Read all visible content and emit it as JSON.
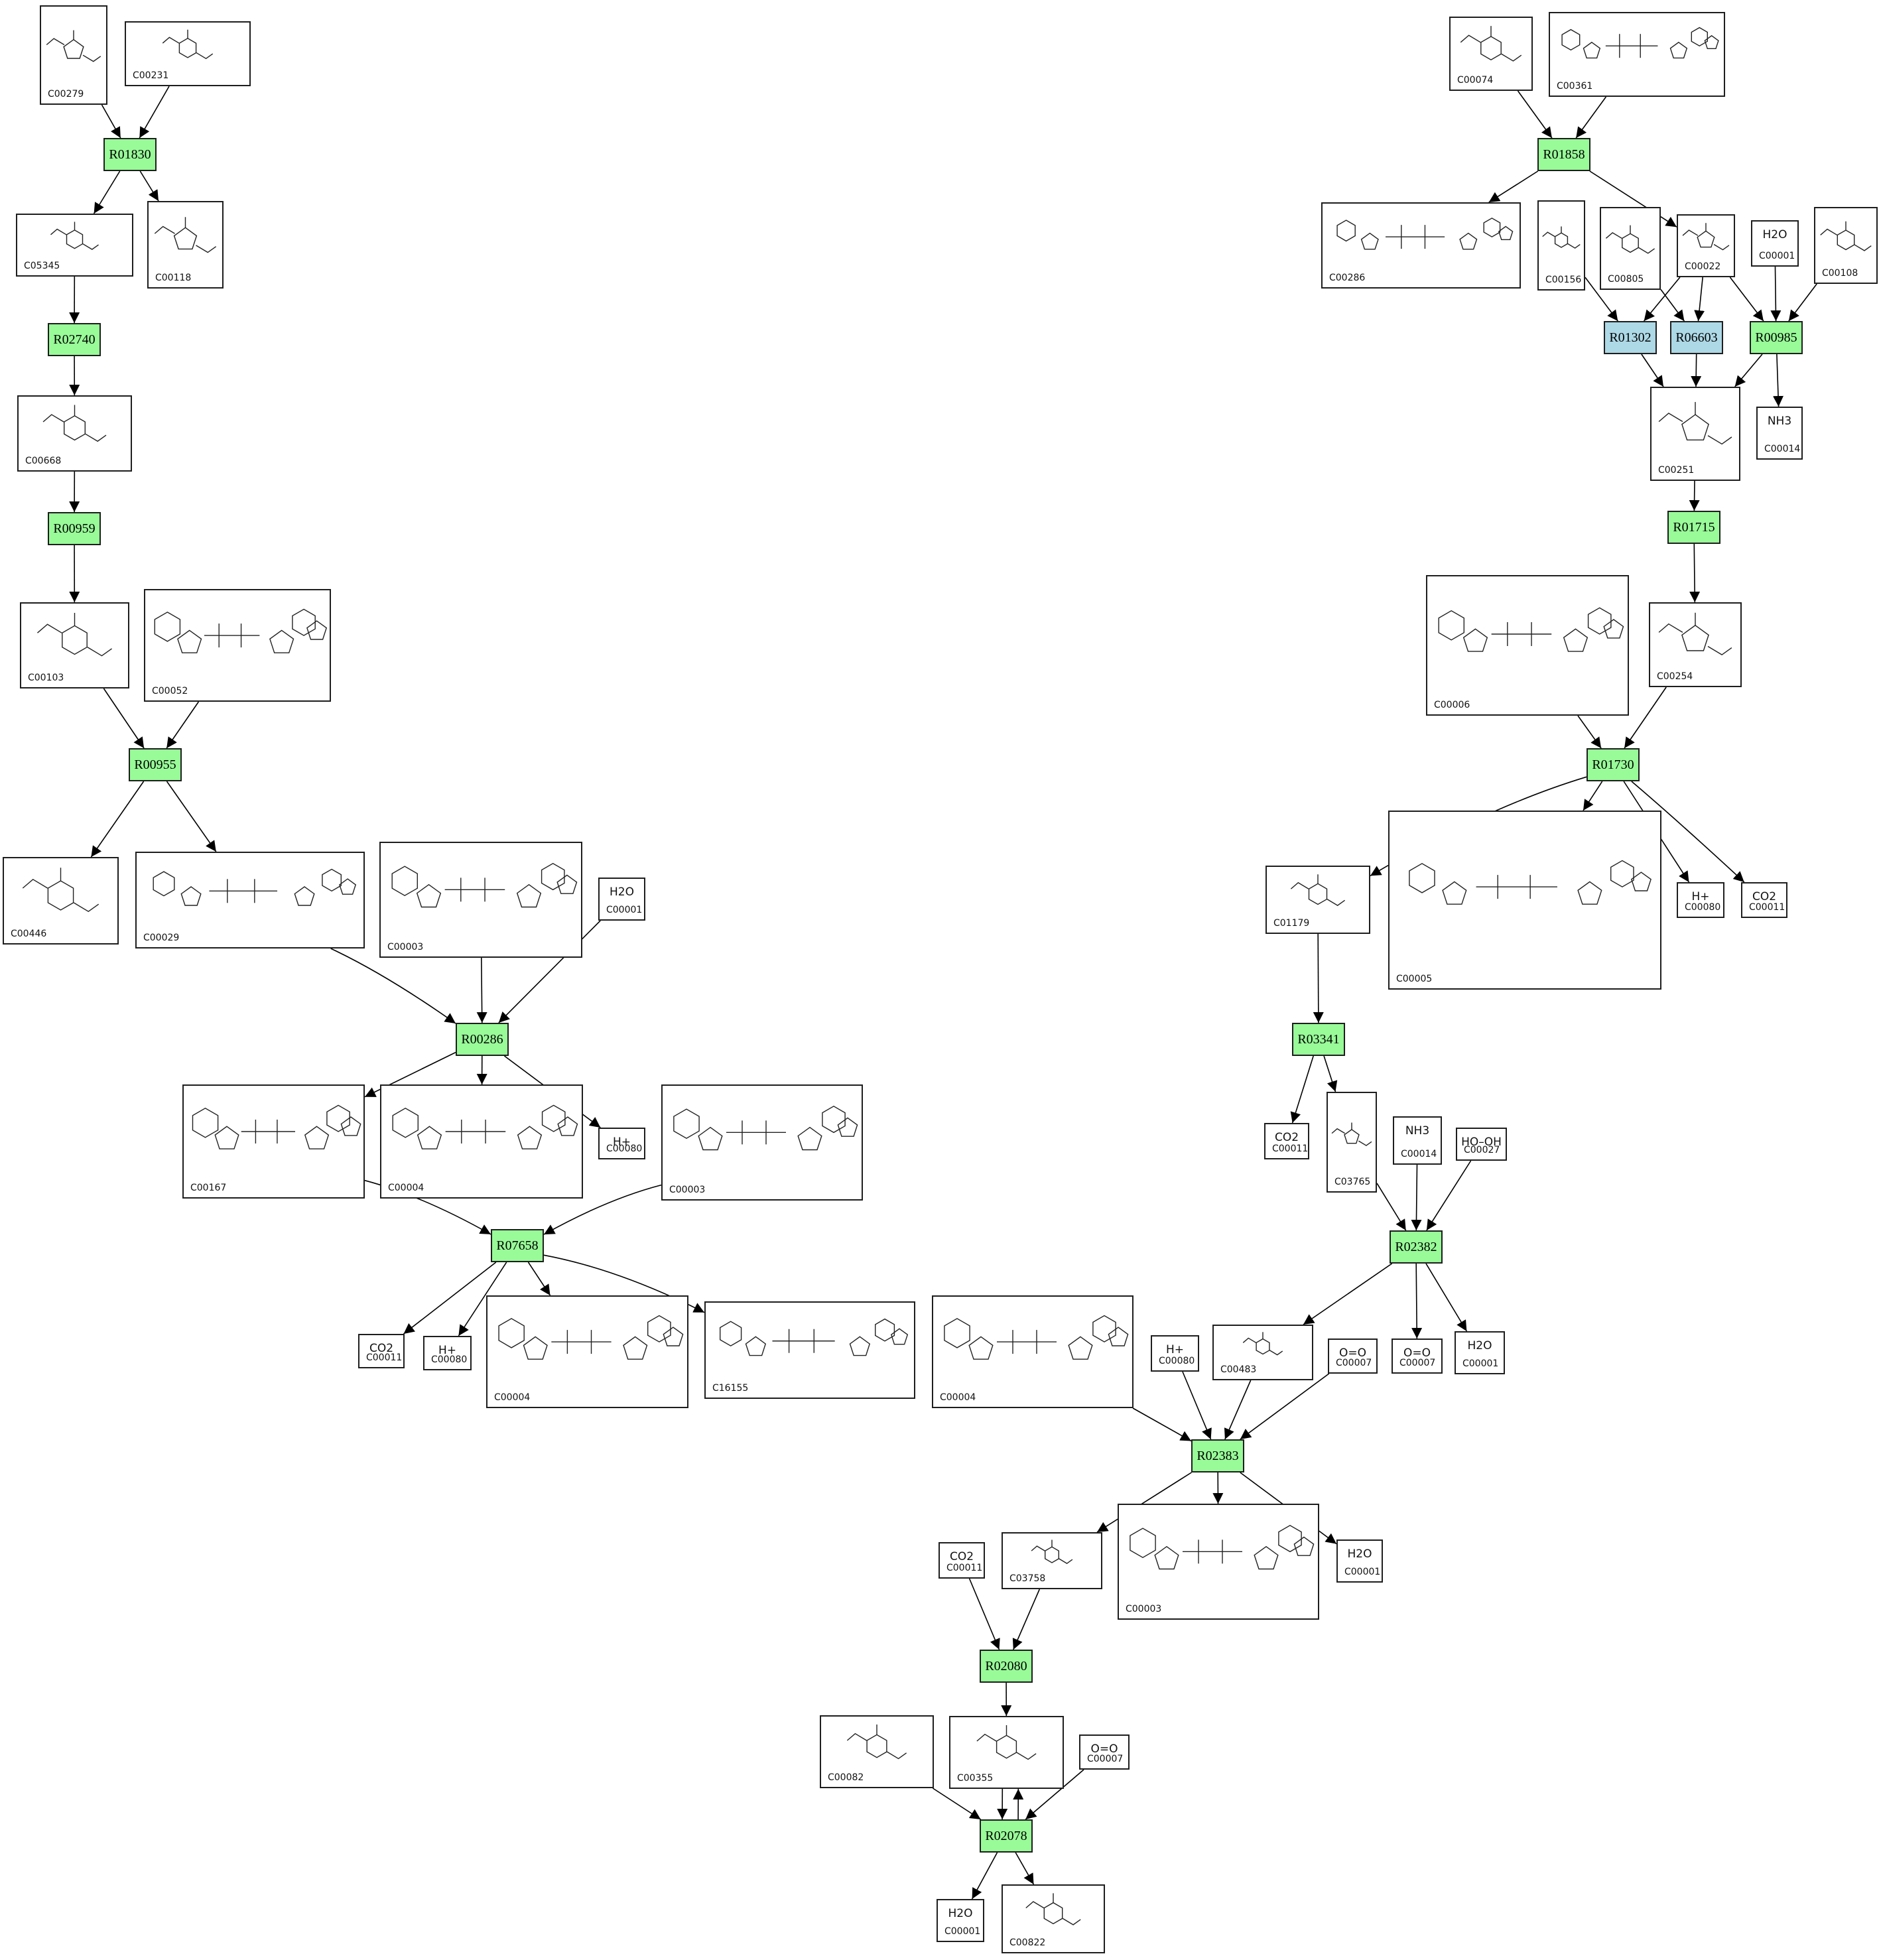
{
  "colors": {
    "reaction_primary": "#98fb98",
    "reaction_alternate": "#add8e6",
    "edge": "#000000",
    "box_border": "#1e1e1e"
  },
  "compounds": [
    {
      "key": "c1",
      "id": "C00279",
      "kind": "small"
    },
    {
      "key": "c2",
      "id": "C00231",
      "kind": "small"
    },
    {
      "key": "c3",
      "id": "C05345",
      "kind": "small"
    },
    {
      "key": "c4",
      "id": "C00118",
      "kind": "small"
    },
    {
      "key": "c5",
      "id": "C00668",
      "kind": "small"
    },
    {
      "key": "c6",
      "id": "C00103",
      "kind": "small"
    },
    {
      "key": "c7",
      "id": "C00052",
      "kind": "nucleotide"
    },
    {
      "key": "c8",
      "id": "C00446",
      "kind": "small"
    },
    {
      "key": "c9",
      "id": "C00029",
      "kind": "nucleotide"
    },
    {
      "key": "c10",
      "id": "C00003",
      "kind": "nucleotide"
    },
    {
      "key": "c11",
      "id": "C00001",
      "kind": "formula",
      "formula": "H2O"
    },
    {
      "key": "c12",
      "id": "C00167",
      "kind": "nucleotide"
    },
    {
      "key": "c13",
      "id": "C00004",
      "kind": "nucleotide"
    },
    {
      "key": "c14",
      "id": "C00003",
      "kind": "nucleotide"
    },
    {
      "key": "c15",
      "id": "C00080",
      "kind": "formula",
      "formula": "H+"
    },
    {
      "key": "c16",
      "id": "C00011",
      "kind": "formula",
      "formula": "CO2"
    },
    {
      "key": "c17",
      "id": "C00080",
      "kind": "formula",
      "formula": "H+"
    },
    {
      "key": "c18",
      "id": "C00004",
      "kind": "nucleotide"
    },
    {
      "key": "c19",
      "id": "C16155",
      "kind": "nucleotide"
    },
    {
      "key": "c20",
      "id": "C00074",
      "kind": "small"
    },
    {
      "key": "c21",
      "id": "C00361",
      "kind": "nucleotide"
    },
    {
      "key": "c22",
      "id": "C00286",
      "kind": "nucleotide"
    },
    {
      "key": "c23",
      "id": "C00156",
      "kind": "small"
    },
    {
      "key": "c24",
      "id": "C00805",
      "kind": "small"
    },
    {
      "key": "c25",
      "id": "C00022",
      "kind": "small"
    },
    {
      "key": "c26",
      "id": "C00001",
      "kind": "formula",
      "formula": "H2O"
    },
    {
      "key": "c27",
      "id": "C00108",
      "kind": "small"
    },
    {
      "key": "c28",
      "id": "C00251",
      "kind": "small"
    },
    {
      "key": "c29",
      "id": "C00014",
      "kind": "formula",
      "formula": "NH3"
    },
    {
      "key": "c30",
      "id": "C00006",
      "kind": "nucleotide"
    },
    {
      "key": "c31",
      "id": "C00254",
      "kind": "small"
    },
    {
      "key": "c32",
      "id": "C01179",
      "kind": "small"
    },
    {
      "key": "c33",
      "id": "C00005",
      "kind": "nucleotide"
    },
    {
      "key": "c34",
      "id": "C00080",
      "kind": "formula",
      "formula": "H+"
    },
    {
      "key": "c35",
      "id": "C00011",
      "kind": "formula",
      "formula": "CO2"
    },
    {
      "key": "c36",
      "id": "C00011",
      "kind": "formula",
      "formula": "CO2"
    },
    {
      "key": "c37",
      "id": "C03765",
      "kind": "small"
    },
    {
      "key": "c38",
      "id": "C00014",
      "kind": "formula",
      "formula": "NH3"
    },
    {
      "key": "c39",
      "id": "C00027",
      "kind": "formula",
      "formula": "HO–OH"
    },
    {
      "key": "c40",
      "id": "C00004",
      "kind": "nucleotide"
    },
    {
      "key": "c41",
      "id": "C00080",
      "kind": "formula",
      "formula": "H+"
    },
    {
      "key": "c42",
      "id": "C00483",
      "kind": "small"
    },
    {
      "key": "c43",
      "id": "C00007",
      "kind": "formula",
      "formula": "O=O"
    },
    {
      "key": "c44",
      "id": "C00007",
      "kind": "formula",
      "formula": "O=O"
    },
    {
      "key": "c45",
      "id": "C00001",
      "kind": "formula",
      "formula": "H2O"
    },
    {
      "key": "c46",
      "id": "C00011",
      "kind": "formula",
      "formula": "CO2"
    },
    {
      "key": "c47",
      "id": "C03758",
      "kind": "small"
    },
    {
      "key": "c48",
      "id": "C00003",
      "kind": "nucleotide"
    },
    {
      "key": "c49",
      "id": "C00001",
      "kind": "formula",
      "formula": "H2O"
    },
    {
      "key": "c50",
      "id": "C00082",
      "kind": "small"
    },
    {
      "key": "c51",
      "id": "C00355",
      "kind": "small"
    },
    {
      "key": "c52",
      "id": "C00007",
      "kind": "formula",
      "formula": "O=O"
    },
    {
      "key": "c53",
      "id": "C00001",
      "kind": "formula",
      "formula": "H2O"
    },
    {
      "key": "c54",
      "id": "C00822",
      "kind": "small"
    }
  ],
  "reactions": [
    {
      "key": "r1",
      "id": "R01830",
      "type": "primary"
    },
    {
      "key": "r2",
      "id": "R02740",
      "type": "primary"
    },
    {
      "key": "r3",
      "id": "R00959",
      "type": "primary"
    },
    {
      "key": "r4",
      "id": "R00955",
      "type": "primary"
    },
    {
      "key": "r5",
      "id": "R00286",
      "type": "primary"
    },
    {
      "key": "r6",
      "id": "R07658",
      "type": "primary"
    },
    {
      "key": "r7",
      "id": "R01858",
      "type": "primary"
    },
    {
      "key": "r8",
      "id": "R01302",
      "type": "alternate"
    },
    {
      "key": "r9",
      "id": "R06603",
      "type": "alternate"
    },
    {
      "key": "r10",
      "id": "R00985",
      "type": "primary"
    },
    {
      "key": "r11",
      "id": "R01715",
      "type": "primary"
    },
    {
      "key": "r12",
      "id": "R01730",
      "type": "primary"
    },
    {
      "key": "r13",
      "id": "R03341",
      "type": "primary"
    },
    {
      "key": "r14",
      "id": "R02382",
      "type": "primary"
    },
    {
      "key": "r15",
      "id": "R02383",
      "type": "primary"
    },
    {
      "key": "r16",
      "id": "R02080",
      "type": "primary"
    },
    {
      "key": "r17",
      "id": "R02078",
      "type": "primary"
    }
  ],
  "edges": [
    [
      "c1",
      "r1"
    ],
    [
      "c2",
      "r1"
    ],
    [
      "r1",
      "c3"
    ],
    [
      "r1",
      "c4"
    ],
    [
      "c3",
      "r2"
    ],
    [
      "r2",
      "c5"
    ],
    [
      "c5",
      "r3"
    ],
    [
      "r3",
      "c6"
    ],
    [
      "c6",
      "r4"
    ],
    [
      "c7",
      "r4"
    ],
    [
      "r4",
      "c8"
    ],
    [
      "r4",
      "c9"
    ],
    [
      "c9",
      "r5"
    ],
    [
      "c10",
      "r5"
    ],
    [
      "c11",
      "r5"
    ],
    [
      "r5",
      "c12"
    ],
    [
      "r5",
      "c13"
    ],
    [
      "r5",
      "c15"
    ],
    [
      "c12",
      "r6"
    ],
    [
      "c14",
      "r6"
    ],
    [
      "r6",
      "c16"
    ],
    [
      "r6",
      "c17"
    ],
    [
      "r6",
      "c18"
    ],
    [
      "r6",
      "c19"
    ],
    [
      "c20",
      "r7"
    ],
    [
      "c21",
      "r7"
    ],
    [
      "r7",
      "c22"
    ],
    [
      "r7",
      "c25"
    ],
    [
      "c23",
      "r8"
    ],
    [
      "c25",
      "r8"
    ],
    [
      "c24",
      "r9"
    ],
    [
      "c25",
      "r9"
    ],
    [
      "c25",
      "r10"
    ],
    [
      "c26",
      "r10"
    ],
    [
      "c27",
      "r10"
    ],
    [
      "r8",
      "c28"
    ],
    [
      "r9",
      "c28"
    ],
    [
      "r10",
      "c28"
    ],
    [
      "r10",
      "c29"
    ],
    [
      "c28",
      "r11"
    ],
    [
      "r11",
      "c31"
    ],
    [
      "c30",
      "r12"
    ],
    [
      "c31",
      "r12"
    ],
    [
      "r12",
      "c32"
    ],
    [
      "r12",
      "c33"
    ],
    [
      "r12",
      "c34"
    ],
    [
      "r12",
      "c35"
    ],
    [
      "c32",
      "r13"
    ],
    [
      "r13",
      "c36"
    ],
    [
      "r13",
      "c37"
    ],
    [
      "c37",
      "r14"
    ],
    [
      "c38",
      "r14"
    ],
    [
      "c39",
      "r14"
    ],
    [
      "r14",
      "c42"
    ],
    [
      "r14",
      "c44"
    ],
    [
      "r14",
      "c45"
    ],
    [
      "c40",
      "r15"
    ],
    [
      "c41",
      "r15"
    ],
    [
      "c42",
      "r15"
    ],
    [
      "c43",
      "r15"
    ],
    [
      "r15",
      "c47"
    ],
    [
      "r15",
      "c48"
    ],
    [
      "r15",
      "c49"
    ],
    [
      "c46",
      "r16"
    ],
    [
      "c47",
      "r16"
    ],
    [
      "r16",
      "c51"
    ],
    [
      "c50",
      "r17"
    ],
    [
      "c51",
      "r17"
    ],
    [
      "c52",
      "r17"
    ],
    [
      "r17",
      "c51"
    ],
    [
      "r17",
      "c53"
    ],
    [
      "r17",
      "c54"
    ]
  ]
}
